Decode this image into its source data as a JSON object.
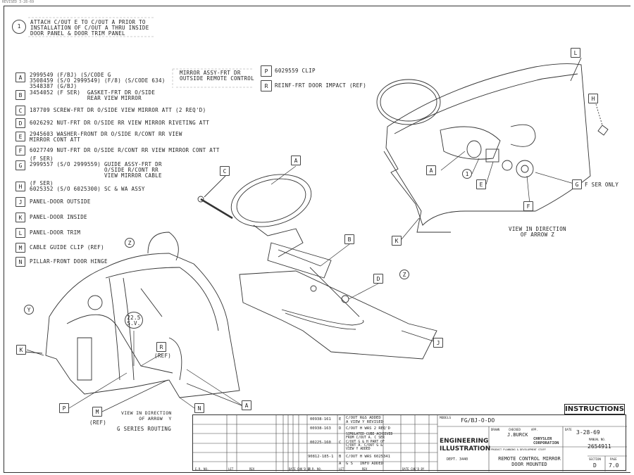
{
  "header_stamp": "REVISED 3-28-69",
  "note": {
    "number": "1",
    "text": "ATTACH C/OUT E TO C/OUT A PRIOR TO\nINSTALLATION OF C/OUT A THRU INSIDE\nDOOR PANEL & DOOR TRIM PANEL"
  },
  "legend": [
    {
      "key": "A",
      "text": "2999549 (F/BJ) (S/CODE G\n3508459 (S/O 2999549) (F/8) (S/CODE 634)\n3548387 (G/BJ)",
      "desc": "MIRROR ASSY-FRT DR\nOUTSIDE REMOTE CONTROL"
    },
    {
      "key": "B",
      "text": "3454052 (F SER)  GASKET-FRT DR O/SIDE\n                 REAR VIEW MIRROR"
    },
    {
      "key": "C",
      "text": "187709 SCREW-FRT DR O/SIDE VIEW MIRROR ATT (2 REQ'D)"
    },
    {
      "key": "D",
      "text": "6026292 NUT-FRT DR O/SIDE RR VIEW MIRROR RIVETING ATT"
    },
    {
      "key": "E",
      "text": "2945603 WASHER-FRONT DR O/SIDE R/CONT RR VIEW\nMIRROR CONT ATT"
    },
    {
      "key": "F",
      "text": "6027749 NUT-FRT DR O/SIDE R/CONT RR VIEW MIRROR CONT ATT"
    },
    {
      "key": "G",
      "text": "(F SER)\n2999557 (S/O 2999559) GUIDE ASSY-FRT DR\n                      O/SIDE R/CONT RR\n                      VIEW MIRROR CABLE"
    },
    {
      "key": "H",
      "text": "(F SER)\n6025352 (S/O 6025300) SC & WA ASSY"
    },
    {
      "key": "J",
      "text": "PANEL-DOOR OUTSIDE"
    },
    {
      "key": "K",
      "text": "PANEL-DOOR INSIDE"
    },
    {
      "key": "L",
      "text": "PANEL-DOOR TRIM"
    },
    {
      "key": "M",
      "text": "CABLE GUIDE CLIP (REF)"
    },
    {
      "key": "N",
      "text": "PILLAR-FRONT DOOR HINGE"
    },
    {
      "key": "P",
      "text": "6029559 CLIP"
    },
    {
      "key": "R",
      "text": "REINF-FRT DOOR IMPACT (REF)"
    }
  ],
  "callouts": {
    "view_z": "VIEW IN DIRECTION\nOF ARROW Z",
    "g_ser_only": "F SER ONLY",
    "view_y": "VIEW IN DIRECTION\nOF ARROW  Y",
    "g_series": "G SERIES ROUTING",
    "ref": "(REF)",
    "sv": "22.5\nS.V.",
    "arrow_z": "Z",
    "arrow_y": "Y",
    "note_ref": "1"
  },
  "title_block": {
    "instructions": "INSTRUCTIONS",
    "revisions": [
      {
        "num": "00938-161",
        "ltr": "E",
        "text": "C/OUT R&S ADDED\nA VIEW Y REVISED"
      },
      {
        "num": "00938-163",
        "ltr": "D",
        "text": "C/OUT H WAS 2 REQ'D"
      },
      {
        "num": "00225-160",
        "ltr": "C",
        "text": "SIMULATED CUBE ACHIEVED\nFROM C/OUT A. C SER\nC/OUT G & H PART OF\nC/OUT A. C/OUT G &\nVIEW Y ADDED"
      },
      {
        "num": "90812-185-1",
        "ltr": "B",
        "text": "C/OUT H WAS 6025341"
      },
      {
        "num": "",
        "ltr": "A",
        "text": "G S   INFO ADDED"
      }
    ],
    "col_labels": [
      "E.R. NO.",
      "LET",
      "REV",
      "DATE CHK'D BY",
      "E.R. NO.",
      "LET",
      "REV",
      "DATE CHK'D BY"
    ],
    "models_label": "MODELS",
    "models": "FG/BJ-O-DO",
    "engineering": "ENGINEERING\nILLUSTRATION",
    "dept": "DEPT. 3440",
    "drawn_label": "DRAWN",
    "checked_label": "CHECKED",
    "checked": "J.BURCK",
    "app_label": "APP.",
    "date_label": "DATE",
    "date": "3-28-69",
    "manual_label": "MANUAL NO.",
    "manual": "2654911",
    "product_planning": "PRODUCT PLANNING & DEVELOPMENT STAFF",
    "company": "CHRYSLER\nCORPORATION",
    "title": "REMOTE CONTROL MIRROR\nDOOR MOUNTED",
    "section_label": "SECTION",
    "section": "D",
    "page_label": "PAGE",
    "page": "7.0"
  }
}
